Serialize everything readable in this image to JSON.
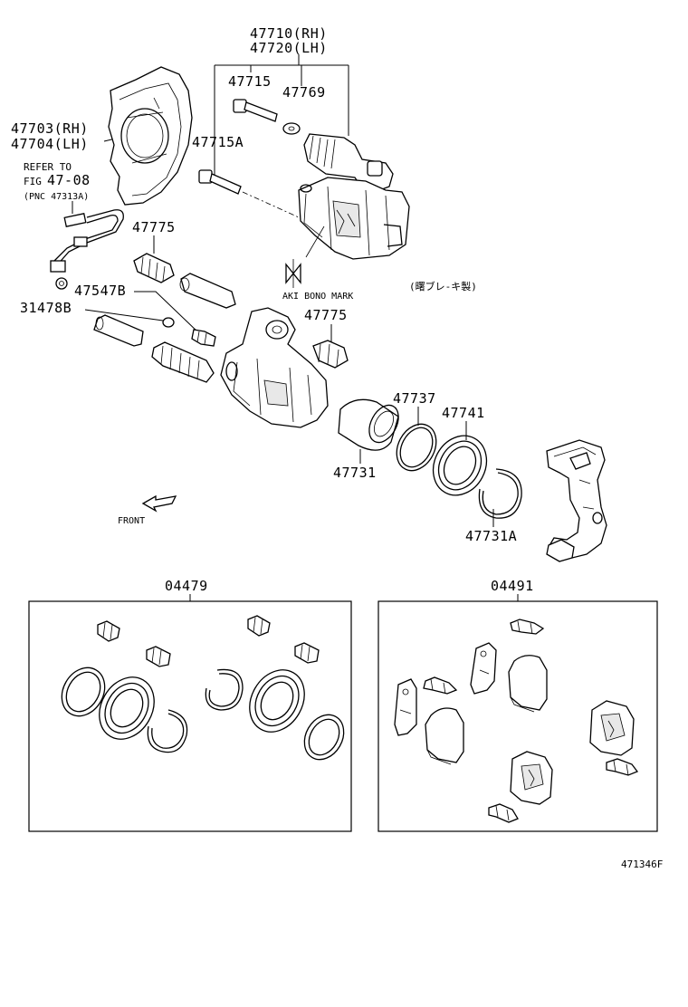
{
  "labels": {
    "caliper_rh": "47710(RH)",
    "caliper_lh": "47720(LH)",
    "pin_bolt": "47715",
    "washer": "47769",
    "pin_bolt_a": "47715A",
    "dust_cover_rh": "47703(RH)",
    "dust_cover_lh": "47704(LH)",
    "boot": "47775",
    "boot_lower": "47775",
    "bleeder": "47547B",
    "cap": "31478B",
    "piston_seal": "47737",
    "piston_boot": "47741",
    "piston": "47731",
    "set_ring": "47731A"
  },
  "refer": {
    "line1": "REFER TO",
    "line2": "FIG",
    "fig_no": "47-08",
    "pnc": "(PNC 47313A)"
  },
  "mark": {
    "text": "AKI BONO MARK",
    "note": "(曙ブレ-キ製)"
  },
  "front": "FRONT",
  "kits": {
    "seal_kit": "04479",
    "pad_kit": "04491"
  },
  "figure_id": "471346F"
}
